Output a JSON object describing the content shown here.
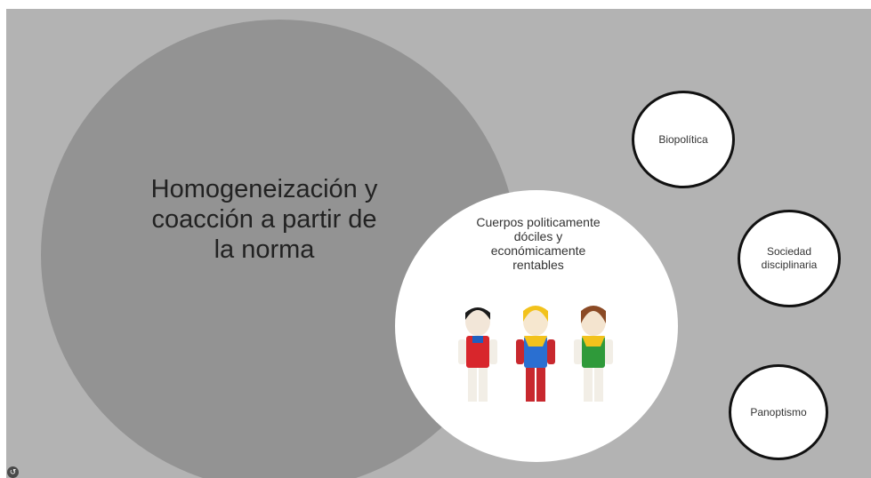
{
  "slide": {
    "main_title": "Homogeneización y\ncoacción a partir de\nla norma",
    "center_text": "Cuerpos politicamente dóciles y económicamente rentables",
    "topics": [
      "Biopolítica",
      "Sociedad disciplinaria",
      "Panoptismo"
    ]
  },
  "colors": {
    "background": "#b3b3b3",
    "large_circle": "#939393",
    "circle_fill": "#ffffff",
    "circle_border": "#111111"
  },
  "icons": {
    "nav": "back-arrow-icon"
  }
}
